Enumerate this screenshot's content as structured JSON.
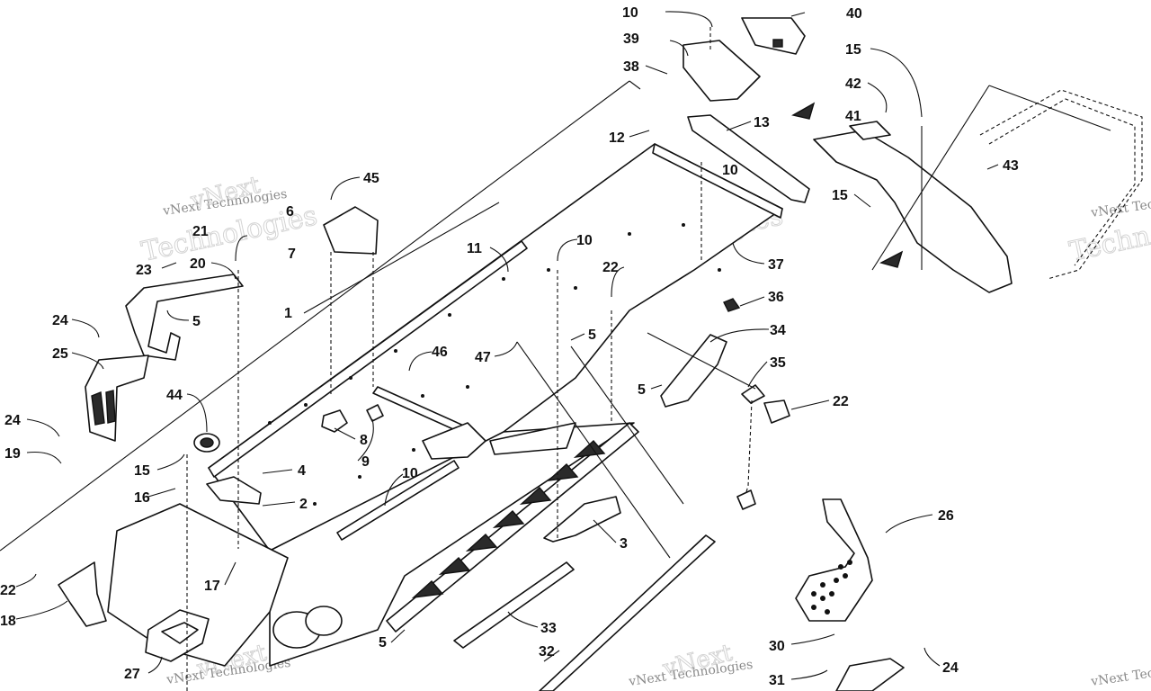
{
  "watermark": {
    "brand_line": "vNext",
    "company_line": "vNext Technologies",
    "tech_line": "Technologies"
  },
  "callouts": [
    "10",
    "40",
    "39",
    "38",
    "15",
    "42",
    "41",
    "12",
    "13",
    "10",
    "43",
    "15",
    "45",
    "6",
    "21",
    "7",
    "11",
    "10",
    "22",
    "37",
    "23",
    "20",
    "5",
    "1",
    "36",
    "24",
    "25",
    "46",
    "47",
    "5",
    "34",
    "35",
    "5",
    "22",
    "44",
    "24",
    "19",
    "8",
    "9",
    "15",
    "4",
    "10",
    "16",
    "2",
    "3",
    "26",
    "17",
    "22",
    "18",
    "33",
    "30",
    "32",
    "27",
    "31",
    "24",
    "5"
  ]
}
